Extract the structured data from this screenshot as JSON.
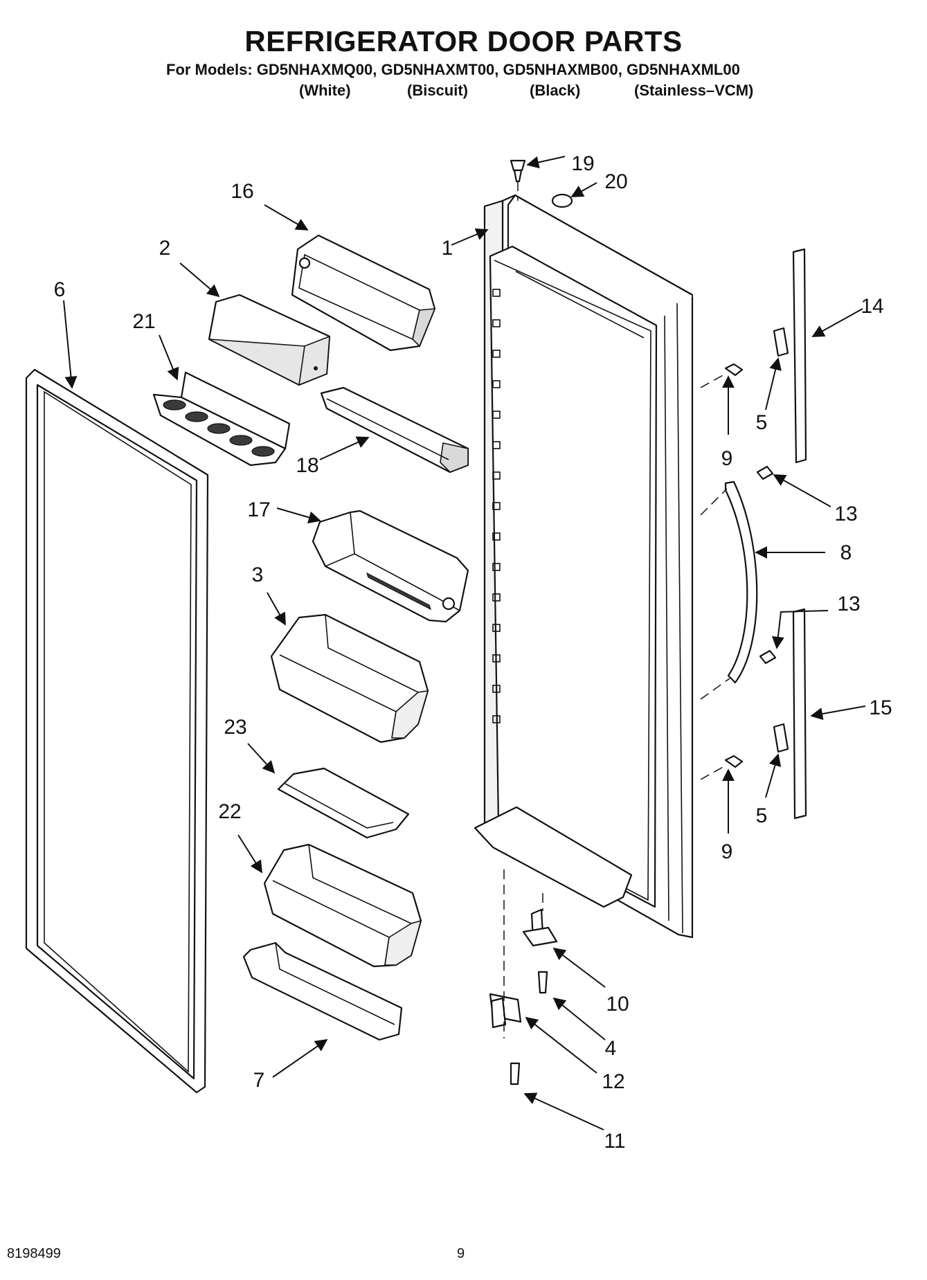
{
  "title": "REFRIGERATOR DOOR PARTS",
  "models_line": "For Models: GD5NHAXMQ00, GD5NHAXMT00, GD5NHAXMB00, GD5NHAXML00",
  "colors": [
    "(White)",
    "(Biscuit)",
    "(Black)",
    "(Stainless–VCM)"
  ],
  "callouts": [
    "1",
    "2",
    "3",
    "4",
    "5",
    "5",
    "6",
    "7",
    "8",
    "9",
    "9",
    "10",
    "11",
    "12",
    "13",
    "13",
    "14",
    "15",
    "16",
    "17",
    "18",
    "19",
    "20",
    "21",
    "22",
    "23"
  ],
  "footer": {
    "doc_number": "8198499",
    "page_number": "9"
  }
}
